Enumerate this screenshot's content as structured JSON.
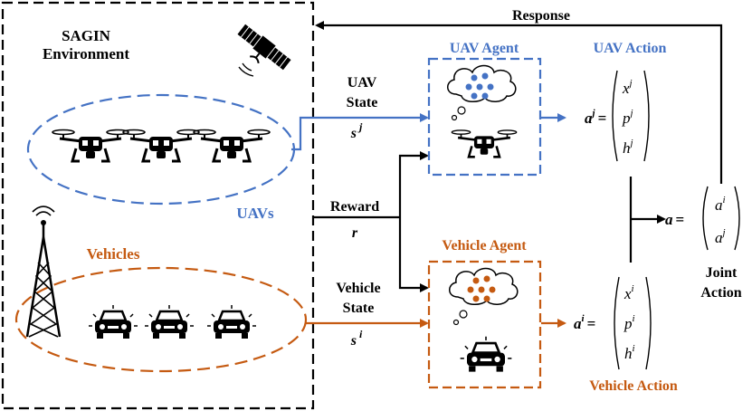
{
  "environment": {
    "title_line1": "SAGIN",
    "title_line2": "Environment"
  },
  "response_label": "Response",
  "uav_agent": {
    "title": "UAV Agent",
    "action_title": "UAV Action"
  },
  "vehicle_agent": {
    "title": "Vehicle Agent",
    "action_title": "Vehicle Action"
  },
  "uav_state": {
    "line1": "UAV",
    "line2": "State",
    "symbol": "s",
    "sup": "j"
  },
  "vehicle_state": {
    "line1": "Vehicle",
    "line2": "State",
    "symbol": "s",
    "sup": "i"
  },
  "reward": {
    "label": "Reward",
    "symbol": "r"
  },
  "uavs_label": "UAVs",
  "vehicles_label": "Vehicles",
  "uav_action_vector": {
    "lhs": "a",
    "sup": "j",
    "eq": "=",
    "entries": [
      "x",
      "p",
      "h"
    ],
    "entry_sup": "j"
  },
  "vehicle_action_vector": {
    "lhs": "a",
    "sup": "i",
    "eq": "=",
    "entries": [
      "x",
      "p",
      "h"
    ],
    "entry_sup": "i"
  },
  "joint_action_vector": {
    "lhs": "a",
    "eq": "=",
    "top": "a",
    "top_sup": "i",
    "bottom": "a",
    "bottom_sup": "j"
  },
  "joint_action_label": {
    "line1": "Joint",
    "line2": "Action"
  },
  "colors": {
    "uav_blue": "#4472C4",
    "vehicle_orange": "#C55A11",
    "black": "#000000"
  }
}
